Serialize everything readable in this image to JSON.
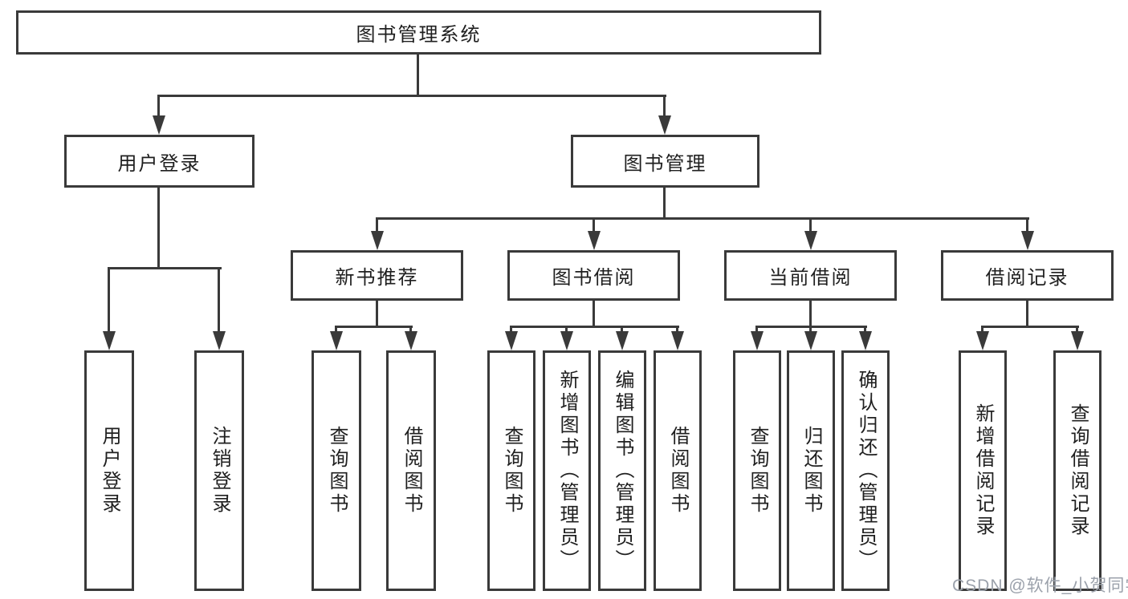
{
  "colors": {
    "line": "#3a3a3a",
    "box-fill": "#ffffff",
    "text": "#1f1f1f",
    "watermark": "#9ba1ab"
  },
  "tree": {
    "root": {
      "label": "图书管理系统"
    },
    "branches": [
      {
        "label": "用户登录",
        "children": [
          {
            "label": "用户登录"
          },
          {
            "label": "注销登录"
          }
        ]
      },
      {
        "label": "图书管理",
        "sections": [
          {
            "label": "新书推荐",
            "children": [
              {
                "label": "查询图书"
              },
              {
                "label": "借阅图书"
              }
            ]
          },
          {
            "label": "图书借阅",
            "children": [
              {
                "label": "查询图书"
              },
              {
                "label": "新增图书（管理员）"
              },
              {
                "label": "编辑图书（管理员）"
              },
              {
                "label": "借阅图书"
              }
            ]
          },
          {
            "label": "当前借阅",
            "children": [
              {
                "label": "查询图书"
              },
              {
                "label": "归还图书"
              },
              {
                "label": "确认归还（管理员）"
              }
            ]
          },
          {
            "label": "借阅记录",
            "children": [
              {
                "label": "新增借阅记录"
              },
              {
                "label": "查询借阅记录"
              }
            ]
          }
        ]
      }
    ]
  },
  "watermark": {
    "text": "CSDN @软件_小贺同学"
  }
}
